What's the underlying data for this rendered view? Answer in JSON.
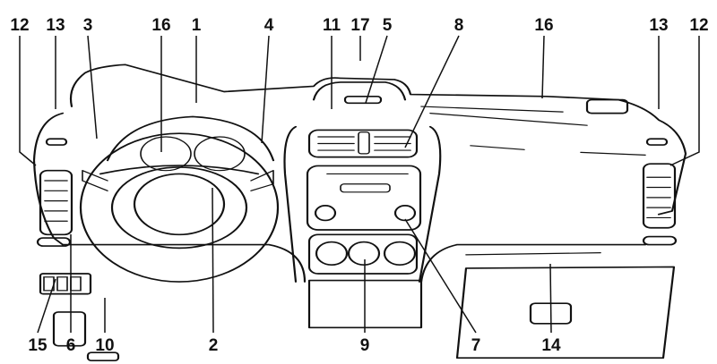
{
  "callouts_top": [
    "12",
    "13",
    "3",
    "16",
    "1",
    "4",
    "11",
    "17",
    "5",
    "8",
    "16",
    "13",
    "12"
  ],
  "callouts_bottom": [
    "15",
    "6",
    "10",
    "2",
    "9",
    "7",
    "14"
  ]
}
